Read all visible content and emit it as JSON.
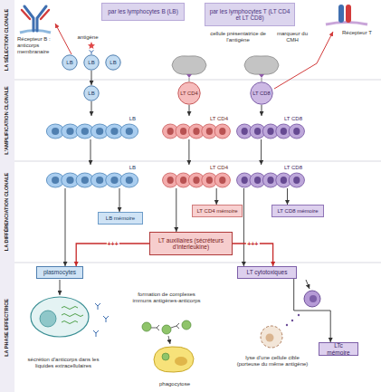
{
  "diagram": {
    "nodes": [
      {
        "text": [
          "LA SÉLECTION CLONALE"
        ]
      },
      {
        "text": [
          "L'AMPLIFICATION CLONALE"
        ]
      },
      {
        "text": [
          "LA DIFFÉRENCIATION CLONALE"
        ]
      },
      {
        "text": [
          "LA PHASE EFFECTRICE"
        ]
      },
      {
        "text": [
          "par les lymphocytes B (LB)"
        ]
      },
      {
        "text": [
          "par les lymphocytes T (LT CD4 et LT CD8)"
        ]
      },
      {
        "text": [
          "LB"
        ]
      },
      {
        "text": [
          "LB"
        ]
      },
      {
        "text": [
          "LB"
        ]
      },
      {
        "text": [
          "LB"
        ]
      },
      {
        "text": [
          "LT CD4"
        ]
      },
      {
        "text": [
          "LT CD8"
        ]
      },
      {
        "text": [
          "LB"
        ]
      },
      {
        "text": [
          "LT CD4"
        ]
      },
      {
        "text": [
          "LT CD8"
        ]
      },
      {
        "text": [
          "LB"
        ]
      },
      {
        "text": [
          "LT CD4"
        ]
      },
      {
        "text": [
          "LT CD8"
        ]
      },
      {
        "text": [
          "LB mémoire"
        ]
      },
      {
        "text": [
          "LT CD4 mémoire"
        ]
      },
      {
        "text": [
          "LT CD8 mémoire"
        ]
      },
      {
        "text": [
          "LT auxiliaires (sécréteurs d'interleukine)"
        ]
      },
      {
        "text": [
          "plasmocytes"
        ]
      },
      {
        "text": [
          "LT cytotoxiques"
        ]
      },
      {
        "text": [
          "LTc mémoire"
        ]
      }
    ],
    "edges": [
      {
        "from": 7,
        "to": 9,
        "arrow": "to"
      },
      {
        "from": 9,
        "to": 12,
        "arrow": "to"
      },
      {
        "from": 12,
        "to": 15,
        "arrow": "to"
      },
      {
        "from": 15,
        "to": 18,
        "arrow": "to"
      },
      {
        "from": 15,
        "to": 22,
        "arrow": "to"
      },
      {
        "from": 10,
        "to": 13,
        "arrow": "to"
      },
      {
        "from": 13,
        "to": 16,
        "arrow": "to"
      },
      {
        "from": 16,
        "to": 19,
        "arrow": "to"
      },
      {
        "from": 16,
        "to": 21,
        "arrow": "to"
      },
      {
        "from": 11,
        "to": 14,
        "arrow": "to"
      },
      {
        "from": 14,
        "to": 17,
        "arrow": "to"
      },
      {
        "from": 17,
        "to": 20,
        "arrow": "to"
      },
      {
        "from": 17,
        "to": 23,
        "arrow": "to"
      },
      {
        "from": 21,
        "to": 22,
        "label": "+++",
        "arrow": "to"
      },
      {
        "from": 21,
        "to": 23,
        "label": "+++",
        "arrow": "to"
      },
      {
        "from": 23,
        "to": 24,
        "arrow": "to"
      }
    ],
    "labels": [
      "Récepteur B : anticorps membranaire",
      "antigène",
      "cellule présentatrice de l'antigène",
      "marqueur du CMH",
      "Récepteur T",
      "sécrétion d'anticorps dans les liquides extracellulaires",
      "formation de complexes immuns antigènes-anticorps",
      "phagocytose",
      "lyse d'une cellule cible (porteuse du même antigène)"
    ]
  }
}
